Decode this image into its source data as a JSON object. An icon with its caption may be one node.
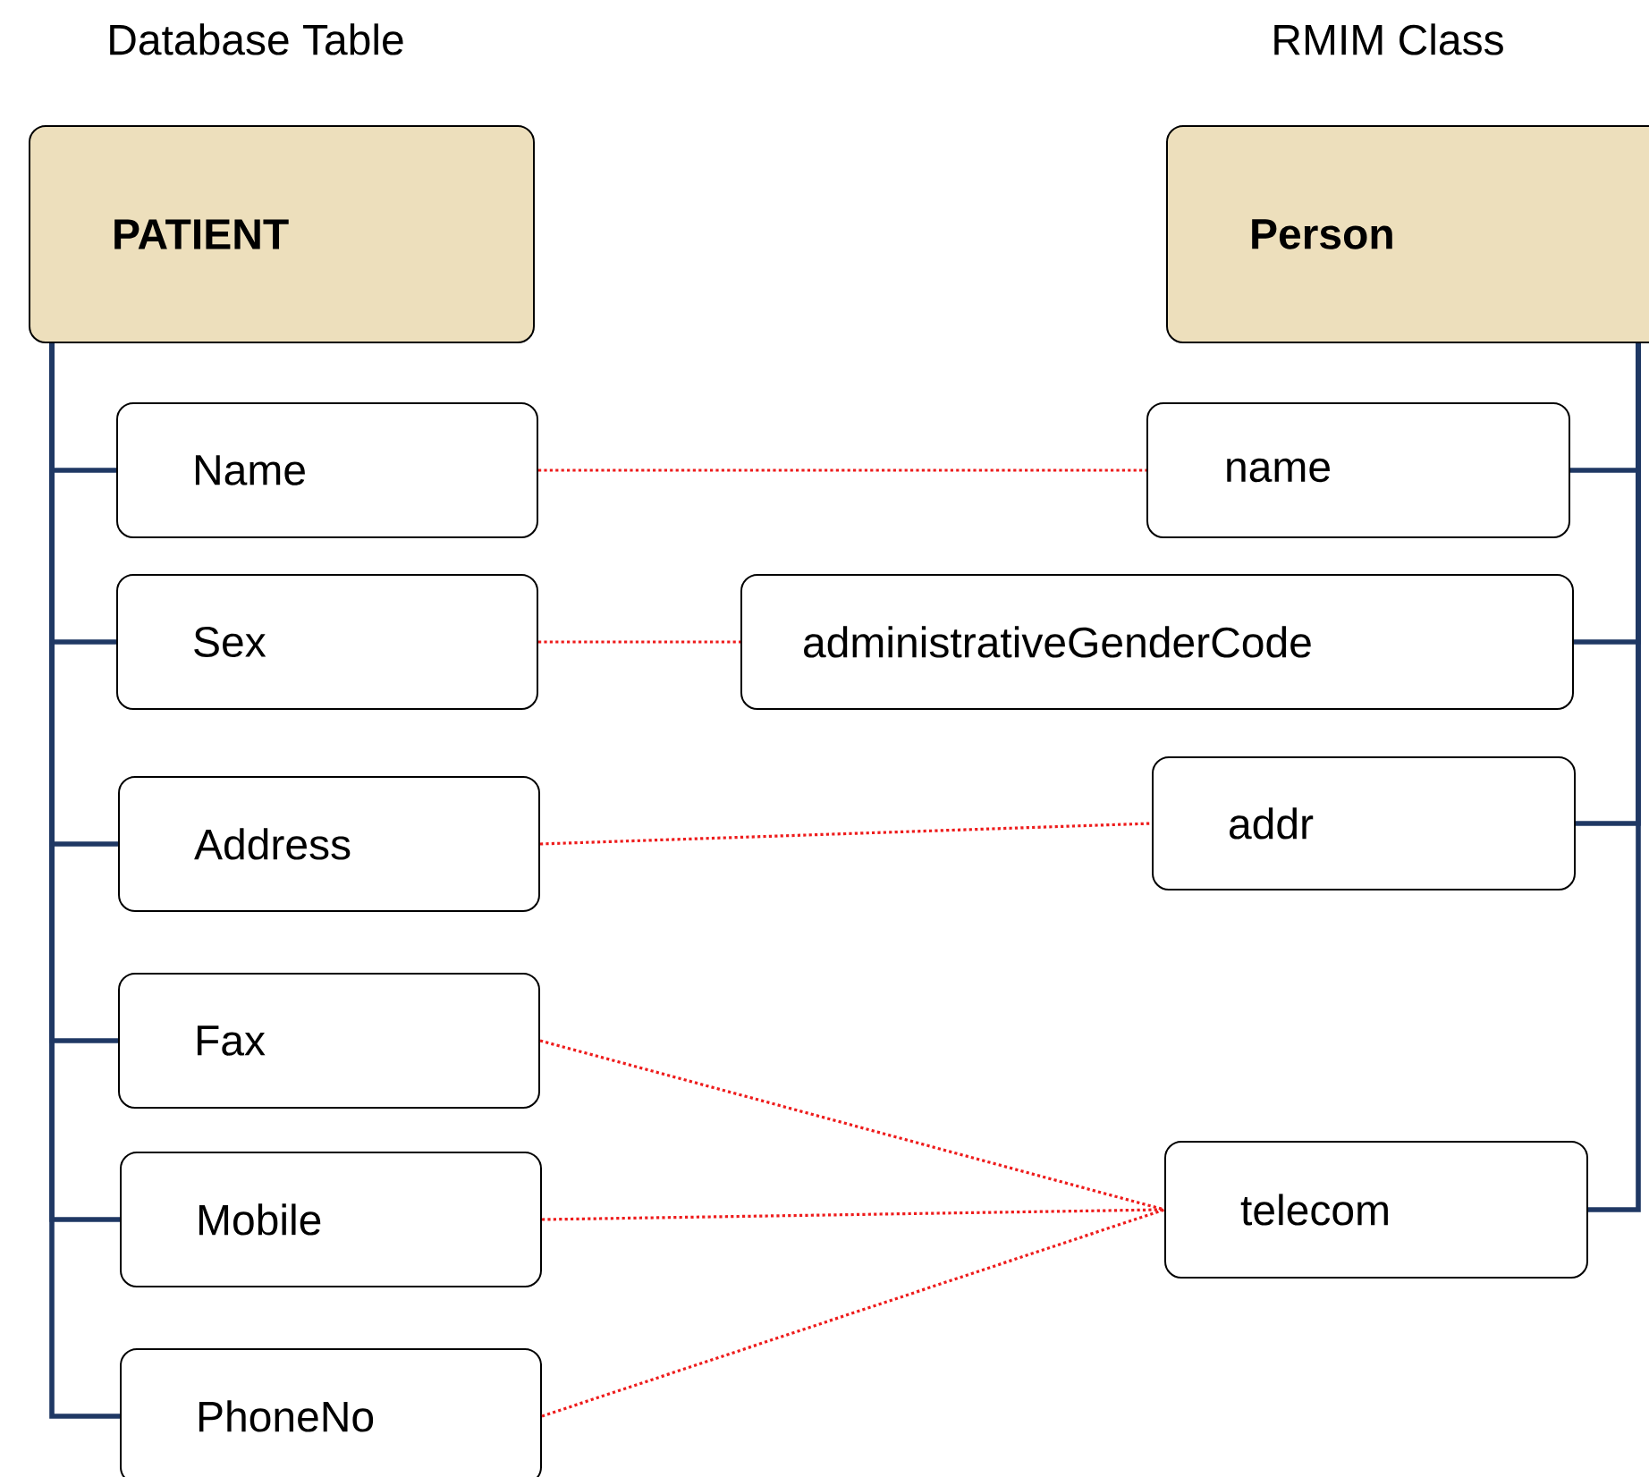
{
  "diagram": {
    "nodes": [
      {
        "text": [
          "PATIENT"
        ]
      },
      {
        "text": [
          "Person"
        ]
      },
      {
        "text": [
          "Name"
        ]
      },
      {
        "text": [
          "Sex"
        ]
      },
      {
        "text": [
          "Address"
        ]
      },
      {
        "text": [
          "Fax"
        ]
      },
      {
        "text": [
          "Mobile"
        ]
      },
      {
        "text": [
          "PhoneNo"
        ]
      },
      {
        "text": [
          "name"
        ]
      },
      {
        "text": [
          "administrativeGenderCode"
        ]
      },
      {
        "text": [
          "addr"
        ]
      },
      {
        "text": [
          "telecom"
        ]
      }
    ],
    "edges": [
      {
        "from": 0,
        "to": 2,
        "arrow": "none"
      },
      {
        "from": 0,
        "to": 3,
        "arrow": "none"
      },
      {
        "from": 0,
        "to": 4,
        "arrow": "none"
      },
      {
        "from": 0,
        "to": 5,
        "arrow": "none"
      },
      {
        "from": 0,
        "to": 6,
        "arrow": "none"
      },
      {
        "from": 0,
        "to": 7,
        "arrow": "none"
      },
      {
        "from": 1,
        "to": 8,
        "arrow": "none"
      },
      {
        "from": 1,
        "to": 9,
        "arrow": "none"
      },
      {
        "from": 1,
        "to": 10,
        "arrow": "none"
      },
      {
        "from": 1,
        "to": 11,
        "arrow": "none"
      },
      {
        "from": 2,
        "to": 8,
        "arrow": "none",
        "style": "dashed",
        "color": "#ee1c1c"
      },
      {
        "from": 3,
        "to": 9,
        "arrow": "none",
        "style": "dashed",
        "color": "#ee1c1c"
      },
      {
        "from": 4,
        "to": 10,
        "arrow": "none",
        "style": "dashed",
        "color": "#ee1c1c"
      },
      {
        "from": 5,
        "to": 11,
        "arrow": "none",
        "style": "dashed",
        "color": "#ee1c1c"
      },
      {
        "from": 6,
        "to": 11,
        "arrow": "none",
        "style": "dashed",
        "color": "#ee1c1c"
      },
      {
        "from": 7,
        "to": 11,
        "arrow": "none",
        "style": "dashed",
        "color": "#ee1c1c"
      }
    ],
    "labels": [
      "Database Table",
      "RMIM Class"
    ]
  }
}
